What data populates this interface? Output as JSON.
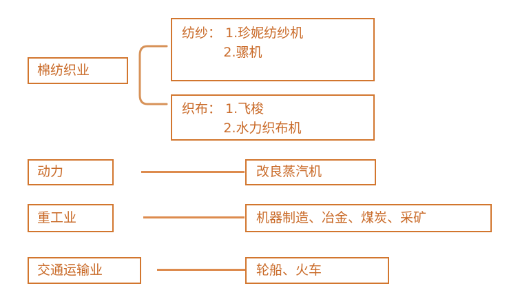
{
  "diagram": {
    "title_text": "",
    "accent_color": "#c96a28",
    "border_color": "#d2762e",
    "line_color": "#dd8b4e",
    "background_color": "#ffffff",
    "groups": [
      {
        "category": "棉纺织业",
        "connector": "brace",
        "details": [
          {
            "label": "纺纱：",
            "items": [
              "1.珍妮纺纱机",
              "2.骡机"
            ],
            "text": "纺纱： 1.珍妮纺纱机\n          2.骡机"
          },
          {
            "label": "织布：",
            "items": [
              "1.飞梭",
              "2.水力织布机"
            ],
            "text": "织布： 1.飞梭\n          2.水力织布机"
          }
        ]
      },
      {
        "category": "动力",
        "connector": "line",
        "details": [
          {
            "label": "",
            "items": [
              "改良蒸汽机"
            ],
            "text": "改良蒸汽机"
          }
        ]
      },
      {
        "category": "重工业",
        "connector": "line",
        "details": [
          {
            "label": "",
            "items": [
              "机器制造",
              "冶金",
              "煤炭",
              "采矿"
            ],
            "text": "机器制造、冶金、煤炭、采矿"
          }
        ]
      },
      {
        "category": "交通运输业",
        "connector": "line",
        "details": [
          {
            "label": "",
            "items": [
              "轮船",
              "火车"
            ],
            "text": "轮船、火车"
          }
        ]
      }
    ]
  }
}
